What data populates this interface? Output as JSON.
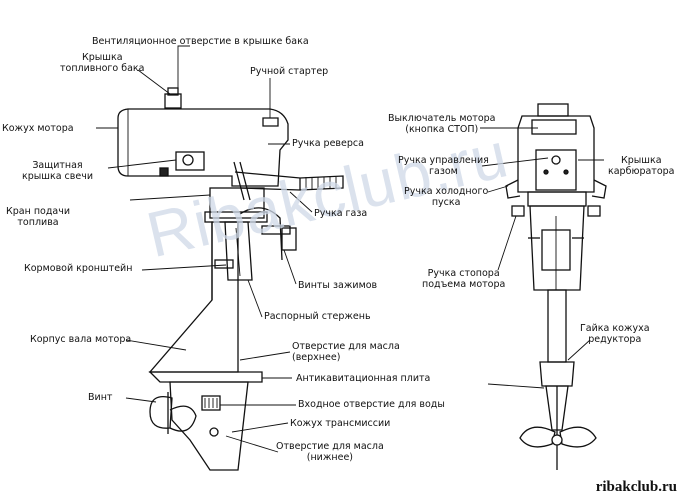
{
  "labels": {
    "vent_hole": "Вентиляционное отверстие в крышке бака",
    "fuel_cap": "Крышка\nтопливного бака",
    "manual_starter": "Ручной стартер",
    "motor_cover": "Кожух мотора",
    "reverse_handle": "Ручка реверса",
    "spark_plug_cover": "Защитная\nкрышка свечи",
    "fuel_valve": "Кран подачи\nтоплива",
    "throttle_grip": "Ручка газа",
    "stern_bracket": "Кормовой кронштейн",
    "clamp_screws": "Винты зажимов",
    "strut_rod": "Распорный стержень",
    "shaft_housing": "Корпус вала мотора",
    "oil_hole_upper": "Отверстие для масла\n(верхнее)",
    "anticavitation_plate": "Антикавитационная плита",
    "propeller": "Винт",
    "water_inlet": "Входное отверстие для воды",
    "transmission_housing": "Кожух трансмиссии",
    "oil_hole_lower": "Отверстие для масла\n(нижнее)",
    "stop_button": "Выключатель мотора\n(кнопка СТОП)",
    "throttle_control": "Ручка управления\nгазом",
    "carburetor_cover": "Крышка\nкарбюратора",
    "choke_handle": "Ручка холодного\nпуска",
    "tilt_lock": "Ручка стопора\nподъема мотора",
    "gearbox_nut": "Гайка кожуха\nредуктора"
  },
  "watermark": "Ribakclub.ru",
  "site": "ribakclub.ru"
}
